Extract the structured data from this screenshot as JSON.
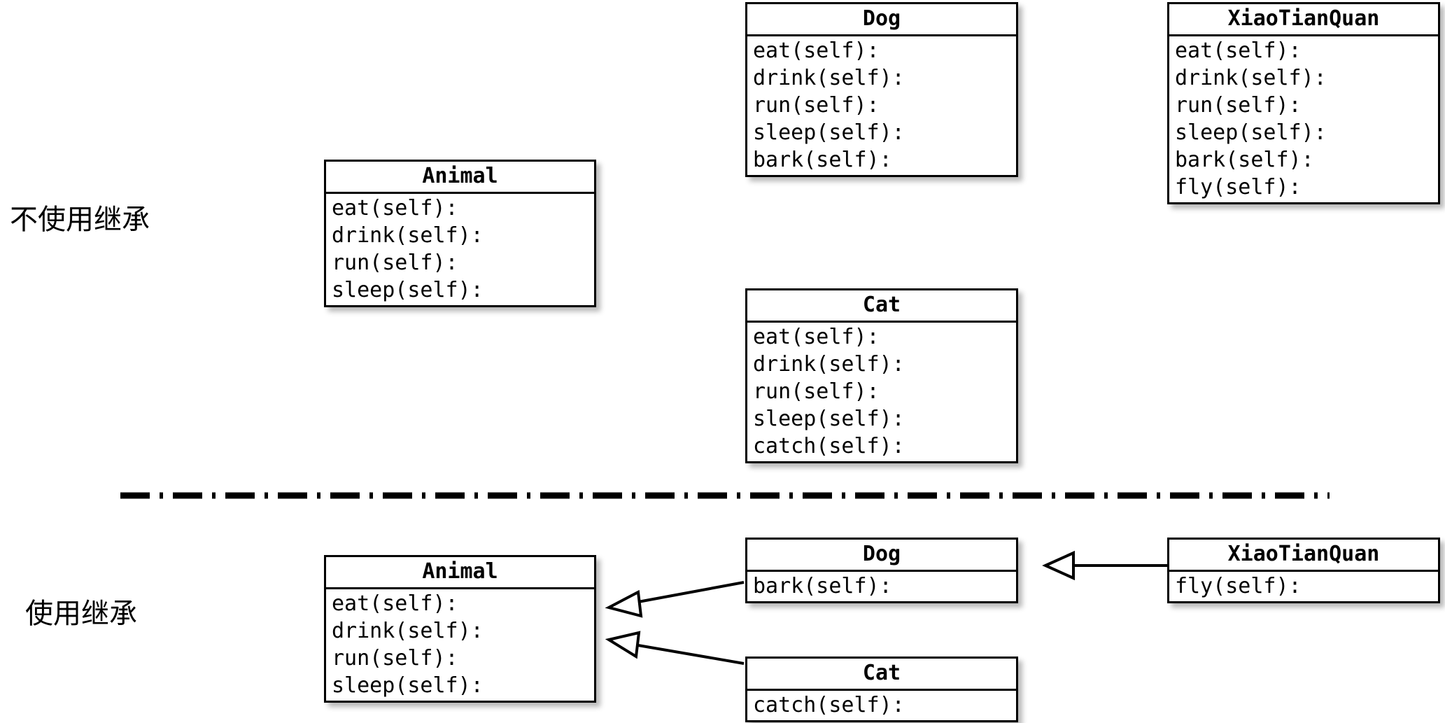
{
  "diagram": {
    "title_hint": "Python inheritance UML comparison",
    "sections": [
      {
        "id": "no-inheritance",
        "label": "不使用继承"
      },
      {
        "id": "with-inheritance",
        "label": "使用继承"
      }
    ],
    "colors": {
      "stroke": "#000000",
      "fill": "#ffffff",
      "shadow": "rgba(0,0,0,0.28)"
    }
  },
  "top": {
    "label": "不使用继承",
    "classes": {
      "animal": {
        "name": "Animal",
        "methods": [
          "eat(self):",
          "drink(self):",
          "run(self):",
          "sleep(self):"
        ]
      },
      "dog": {
        "name": "Dog",
        "methods": [
          "eat(self):",
          "drink(self):",
          "run(self):",
          "sleep(self):",
          "bark(self):"
        ]
      },
      "xiaotianquan": {
        "name": "XiaoTianQuan",
        "methods": [
          "eat(self):",
          "drink(self):",
          "run(self):",
          "sleep(self):",
          "bark(self):",
          "fly(self):"
        ]
      },
      "cat": {
        "name": "Cat",
        "methods": [
          "eat(self):",
          "drink(self):",
          "run(self):",
          "sleep(self):",
          "catch(self):"
        ]
      }
    }
  },
  "bottom": {
    "label": "使用继承",
    "classes": {
      "animal": {
        "name": "Animal",
        "methods": [
          "eat(self):",
          "drink(self):",
          "run(self):",
          "sleep(self):"
        ]
      },
      "dog": {
        "name": "Dog",
        "methods": [
          "bark(self):"
        ]
      },
      "cat": {
        "name": "Cat",
        "methods": [
          "catch(self):"
        ]
      },
      "xiaotianquan": {
        "name": "XiaoTianQuan",
        "methods": [
          "fly(self):"
        ]
      }
    },
    "relations": [
      {
        "from": "Dog",
        "to": "Animal",
        "type": "inheritance"
      },
      {
        "from": "Cat",
        "to": "Animal",
        "type": "inheritance"
      },
      {
        "from": "XiaoTianQuan",
        "to": "Dog",
        "type": "inheritance"
      }
    ]
  }
}
